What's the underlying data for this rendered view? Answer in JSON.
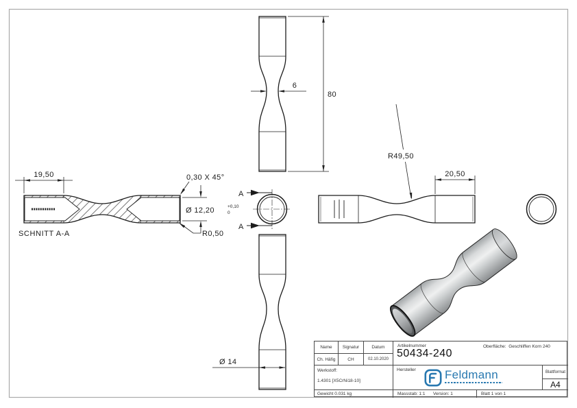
{
  "colors": {
    "logo_blue": "#2878b0",
    "line": "#1c1c1c",
    "frame": "#ababab"
  },
  "drawing": {
    "schnitt_label": "SCHNITT A-A",
    "dim_end_length_section": "19,50",
    "chamfer": "0,30 X 45°",
    "bore_dia": "Ø 12,20",
    "bore_tol_plus": "+0,10",
    "bore_tol_minus": "0",
    "fillet_radius": "R0,50",
    "section_letter": "A",
    "waist_width": "6",
    "total_length": "80",
    "neck_radius": "R49,50",
    "end_length": "20,50",
    "outer_dia": "Ø 14"
  },
  "title_block": {
    "name_label": "Name",
    "signatur_label": "Signatur",
    "datum_label": "Datum",
    "artikelnummer_label": "Artikelnummer",
    "name": "Ch. Häfig",
    "signatur": "CH",
    "datum": "02.10.2020",
    "artikelnummer": "50434-240",
    "oberflaeche_label": "Oberfläche:",
    "oberflaeche": "Geschliffen Korn 240",
    "werkstoff_label": "Werkstoff:",
    "werkstoff": "1.4301 [X5CrNi18-10]",
    "gewicht": "Gewicht 0.031 kg",
    "hersteller_label": "Hersteller",
    "logo_text": "Feldmann",
    "massstab": "Massstab: 1:1",
    "version": "Version: 1",
    "blatt": "Blatt 1 von 1",
    "blattformat_label": "Blattformat",
    "blattformat": "A4"
  }
}
